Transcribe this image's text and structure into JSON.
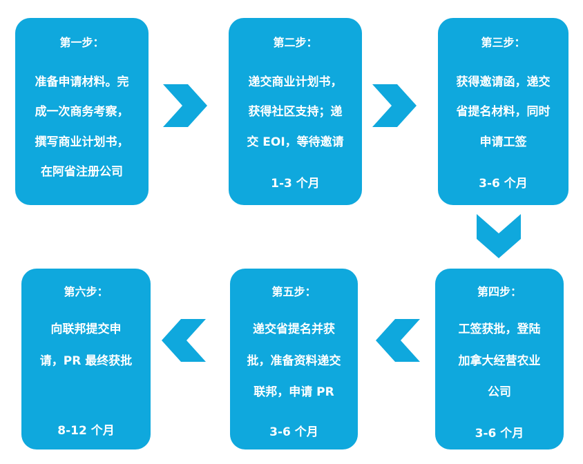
{
  "steps": [
    {
      "title": "第一步：",
      "lines": [
        "准备申请材料。完",
        "成一次商务考察，",
        "撰写商业计划书，",
        "在阿省注册公司"
      ],
      "duration": ""
    },
    {
      "title": "第二步：",
      "lines": [
        "递交商业计划书，",
        "获得社区支持；递",
        "交 EOI，等待邀请"
      ],
      "duration": "1-3 个月"
    },
    {
      "title": "第三步：",
      "lines": [
        "获得邀请函，递交",
        "省提名材料，同时",
        "申请工签"
      ],
      "duration": "3-6 个月"
    },
    {
      "title": "第四步：",
      "lines": [
        "工签获批，登陆",
        "加拿大经营农业",
        "公司"
      ],
      "duration": "3-6 个月"
    },
    {
      "title": "第五步：",
      "lines": [
        "递交省提名并获",
        "批，准备资料递交",
        "联邦，申请 PR"
      ],
      "duration": "3-6 个月"
    },
    {
      "title": "第六步：",
      "lines": [
        "向联邦提交申",
        "请，PR 最终获批"
      ],
      "duration": "8-12 个月"
    }
  ],
  "colors": {
    "box": "#0fa8dd",
    "text": "#ffffff",
    "arrow": "#0fa8dd"
  },
  "arrows": [
    "chevron-right-icon",
    "chevron-right-icon",
    "chevron-down-icon",
    "chevron-left-icon",
    "chevron-left-icon"
  ]
}
